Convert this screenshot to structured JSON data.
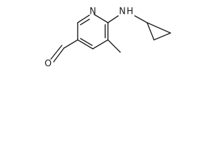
{
  "molecule": {
    "atoms": {
      "ring_nitrogen": "N",
      "amine_nitrogen": "N",
      "amine_hydrogen": "H",
      "aldehyde_oxygen": "O"
    },
    "colors": {
      "bond": "#1a1a1a",
      "label": "#1a1a1a",
      "background": "#ffffff"
    }
  }
}
